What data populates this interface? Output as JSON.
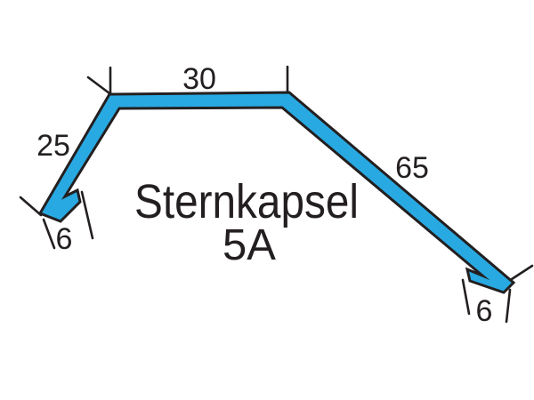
{
  "title": {
    "name": "Sternkapsel",
    "variant": "5A"
  },
  "dimensions": {
    "top_width": "30",
    "left_leg": "25",
    "right_leg": "65",
    "left_hem": "6",
    "right_hem": "6"
  },
  "colors": {
    "profile_fill": "#29A9E1",
    "outline": "#231F20",
    "text": "#231F20",
    "background": "#FFFFFF"
  }
}
